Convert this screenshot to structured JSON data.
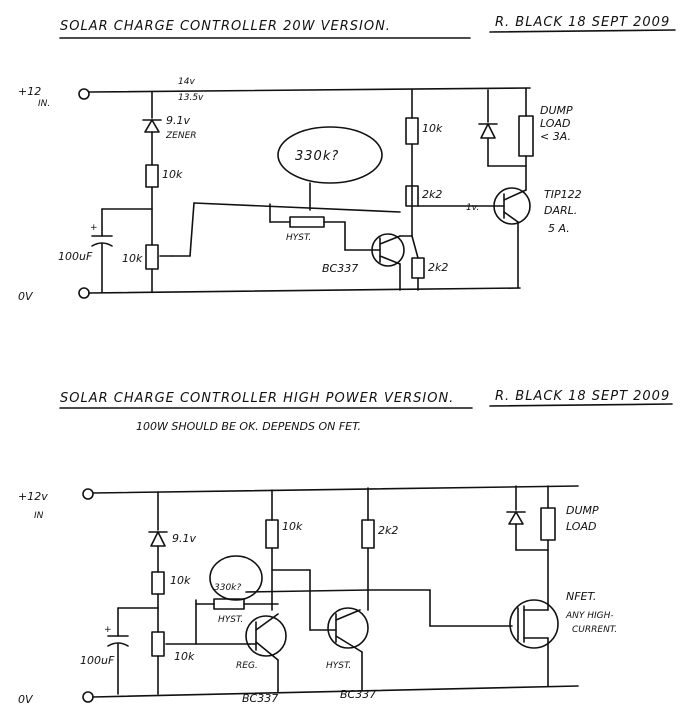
{
  "diagram1": {
    "title": "SOLAR CHARGE CONTROLLER   20W VERSION.",
    "author": "R. BLACK  18 SEPT 2009",
    "labels": {
      "plus12": "+12",
      "in": "IN.",
      "zero_v": "0V",
      "v14": "14v",
      "v135": "13.5v",
      "zener": "9.1v",
      "zener2": "ZENER",
      "r10k_a": "10k",
      "r10k_pot": "10k",
      "cap": "100uF",
      "r330k": "330k?",
      "hyst": "HYST.",
      "bc337": "BC337",
      "r10k_b": "10k",
      "r2k2_a": "2k2",
      "r2k2_b": "2k2",
      "dump1": "DUMP",
      "dump2": "LOAD",
      "dump3": "< 3A.",
      "tip1": "TIP122",
      "tip2": "DARL.",
      "tip3": "5 A.",
      "one_v": "1v."
    }
  },
  "diagram2": {
    "title": "SOLAR CHARGE CONTROLLER   HIGH POWER VERSION.",
    "author": "R. BLACK  18 SEPT 2009",
    "subtitle": "100W SHOULD BE OK. DEPENDS ON FET.",
    "labels": {
      "plus12": "+12v",
      "in": "IN",
      "zero_v": "0V",
      "zener": "9.1v",
      "r10k_a": "10k",
      "r10k_pot": "10k",
      "cap": "100uF",
      "r330k": "330k?",
      "hyst": "HYST.",
      "r10k_b": "10k",
      "r2k2": "2k2",
      "reg": "REG.",
      "hyst2": "HYST.",
      "bc337_a": "BC337",
      "bc337_b": "BC337",
      "dump1": "DUMP",
      "dump2": "LOAD",
      "nfet1": "NFET.",
      "nfet2": "ANY HIGH-",
      "nfet3": "CURRENT."
    }
  }
}
